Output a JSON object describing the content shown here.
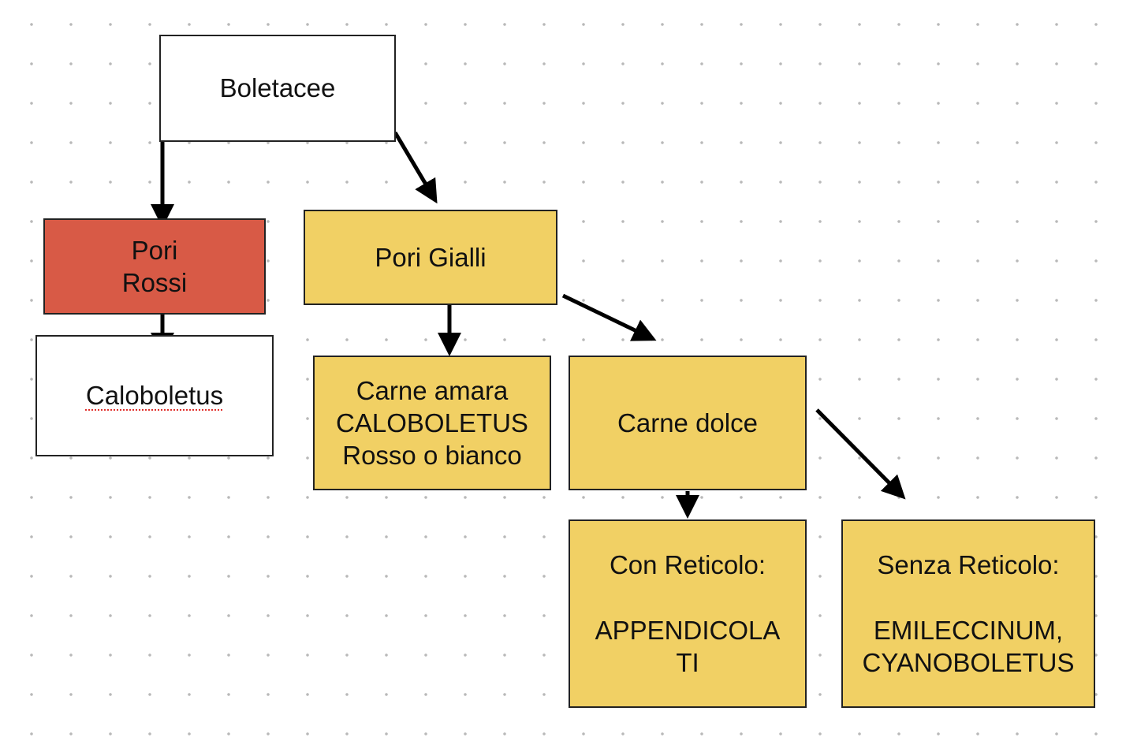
{
  "colors": {
    "background": "#ffffff",
    "dot": "#b9b9b9",
    "border": "#222222",
    "arrow": "#000000",
    "red_node": "#d85a46",
    "yellow_node": "#f1d064",
    "spellcheck_underline": "#e0302c"
  },
  "nodes": {
    "boletacee": {
      "lines": [
        "Boletacee"
      ]
    },
    "pori_rossi": {
      "lines": [
        "Pori",
        "Rossi"
      ]
    },
    "caloboletus": {
      "lines": [
        "Caloboletus"
      ]
    },
    "pori_gialli": {
      "lines": [
        "Pori Gialli"
      ]
    },
    "carne_amara": {
      "lines": [
        "Carne amara",
        "CALOBOLETUS",
        "Rosso o bianco"
      ]
    },
    "carne_dolce": {
      "lines": [
        "Carne dolce"
      ]
    },
    "con_reticolo": {
      "heading": "Con Reticolo:",
      "lines": [
        "APPENDICOLA",
        "TI"
      ]
    },
    "senza_reticolo": {
      "heading": "Senza Reticolo:",
      "lines": [
        "EMILECCINUM,",
        "CYANOBOLETUS"
      ]
    }
  },
  "edges": [
    {
      "from": "boletacee",
      "to": "pori_rossi"
    },
    {
      "from": "boletacee",
      "to": "pori_gialli"
    },
    {
      "from": "pori_rossi",
      "to": "caloboletus"
    },
    {
      "from": "pori_gialli",
      "to": "carne_amara"
    },
    {
      "from": "pori_gialli",
      "to": "carne_dolce"
    },
    {
      "from": "carne_dolce",
      "to": "con_reticolo"
    },
    {
      "from": "carne_dolce",
      "to": "senza_reticolo"
    }
  ]
}
